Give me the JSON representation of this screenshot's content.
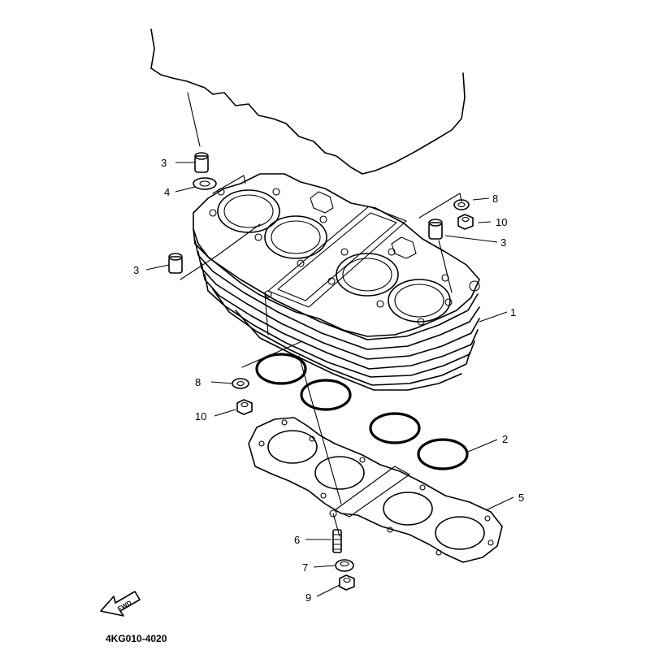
{
  "callouts": {
    "c1": "1",
    "c2": "2",
    "c3a": "3",
    "c3b": "3",
    "c3c": "3",
    "c4": "4",
    "c5": "5",
    "c6": "6",
    "c7": "7",
    "c8a": "8",
    "c8b": "8",
    "c9": "9",
    "c10a": "10",
    "c10b": "10"
  },
  "fwd_label": "FWD",
  "diagram_code": "4KG010-4020"
}
